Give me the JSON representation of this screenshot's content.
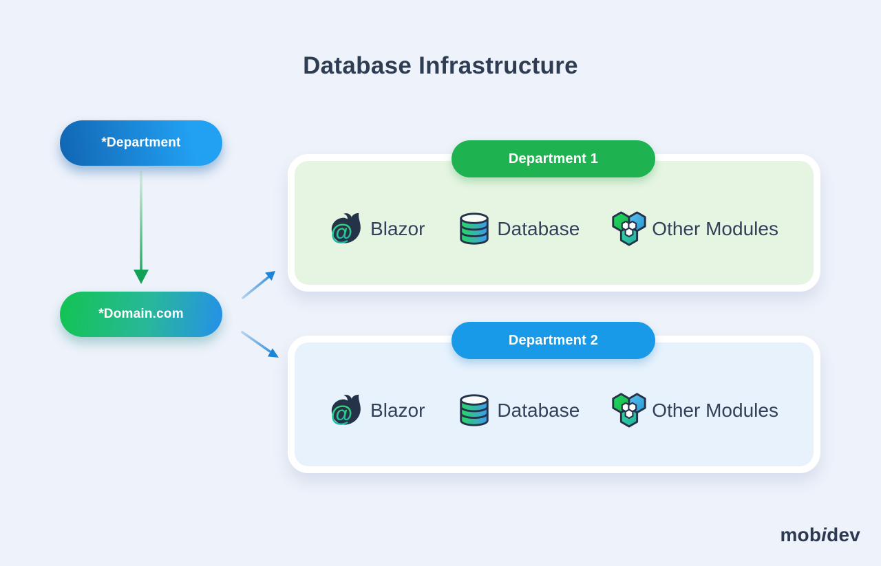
{
  "title": "Database Infrastructure",
  "flow": {
    "department_node_label": "*Department",
    "domain_node_label": "*Domain.com"
  },
  "departments": [
    {
      "name": "Department 1",
      "theme_color": "#1fb251",
      "panel_color": "#e6f5e2",
      "modules": [
        {
          "icon": "blazor-icon",
          "name": "Blazor"
        },
        {
          "icon": "database-icon",
          "name": "Database"
        },
        {
          "icon": "modules-icon",
          "name": "Other Modules"
        }
      ]
    },
    {
      "name": "Department 2",
      "theme_color": "#189ae9",
      "panel_color": "#e7f2fc",
      "modules": [
        {
          "icon": "blazor-icon",
          "name": "Blazor"
        },
        {
          "icon": "database-icon",
          "name": "Database"
        },
        {
          "icon": "modules-icon",
          "name": "Other Modules"
        }
      ]
    }
  ],
  "logo": {
    "part1": "mob",
    "part2": "i",
    "part3": "dev"
  },
  "colors": {
    "background": "#eef2fa",
    "heading_text": "#2e3d52",
    "body_text": "#34405a",
    "blue_accent": "#1e96ee",
    "green_accent": "#16b350",
    "teal_accent": "#22bca6",
    "icon_outline_navy": "#253349",
    "arrow_green": "#12a156",
    "arrow_blue": "#1e84d8"
  }
}
